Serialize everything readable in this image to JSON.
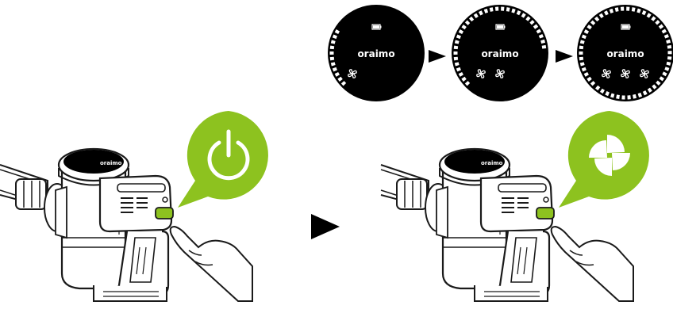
{
  "brand": {
    "logo_text": "oraimo"
  },
  "colors": {
    "accent_green": "#8dc21f",
    "display_black": "#000000",
    "line": "#1a1a1a",
    "skin_fill": "#ffffff"
  },
  "display_sequence": {
    "steps": [
      {
        "fan_icons": 1,
        "ring_fill": 0.22,
        "battery_icon": "battery-full-icon"
      },
      {
        "fan_icons": 2,
        "ring_fill": 0.62,
        "battery_icon": "battery-full-icon"
      },
      {
        "fan_icons": 3,
        "ring_fill": 1.0,
        "battery_icon": "battery-full-icon"
      }
    ],
    "arrow_icon": "triangle-right-icon"
  },
  "illustrations": {
    "left": {
      "bubble_icon": "power-icon",
      "description_icon": "vacuum-press-power-icon"
    },
    "right": {
      "bubble_icon": "fan-icon",
      "description_icon": "vacuum-press-mode-icon"
    }
  }
}
